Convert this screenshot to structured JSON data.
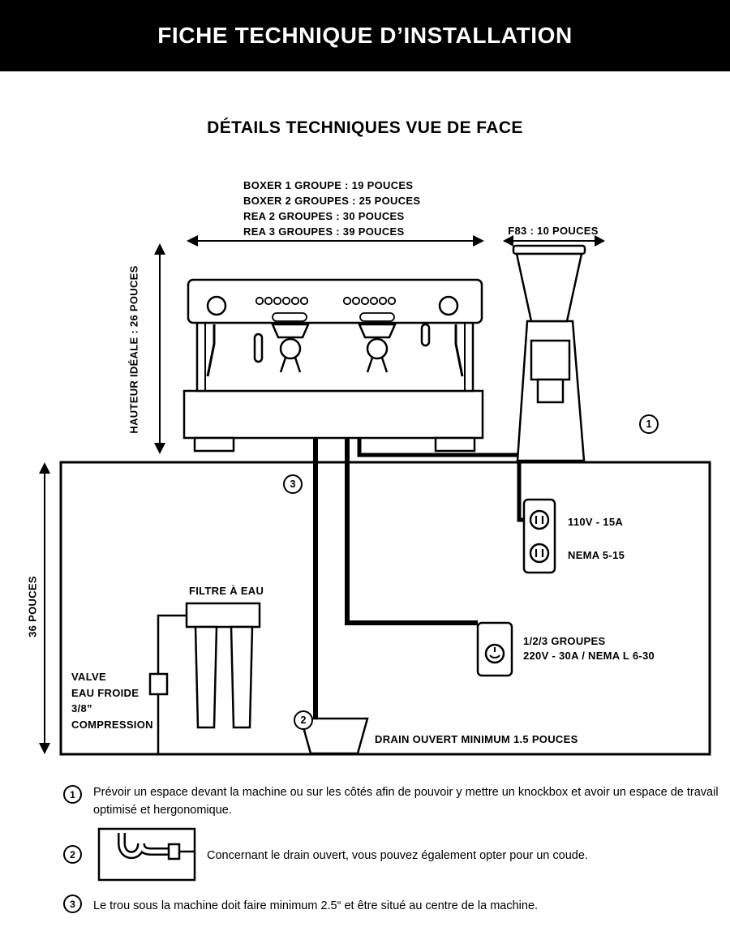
{
  "header": {
    "title": "FICHE TECHNIQUE D’INSTALLATION"
  },
  "section": {
    "title": "DÉTAILS TECHNIQUES VUE DE FACE"
  },
  "dimensions": {
    "machine_widths": [
      "BOXER 1 GROUPE : 19 POUCES",
      "BOXER 2 GROUPES : 25 POUCES",
      "REA 2 GROUPES : 30 POUCES",
      "REA 3 GROUPES : 39 POUCES"
    ],
    "grinder_width": "F83 : 10 POUCES",
    "ideal_height": "HAUTEUR IDÉALE : 26 POUCES",
    "counter_height": "36 POUCES"
  },
  "labels": {
    "water_filter": "FILTRE À EAU",
    "valve": "VALVE\nEAU FROIDE\n3/8”\nCOMPRESSION",
    "outlet_110_line1": "110V - 15A",
    "outlet_110_line2": "NEMA 5-15",
    "outlet_220_line1": "1/2/3 GROUPES",
    "outlet_220_line2": "220V - 30A / NEMA L 6-30",
    "drain": "DRAIN OUVERT MINIMUM 1.5 POUCES"
  },
  "callouts": {
    "c1": "1",
    "c2": "2",
    "c3": "3"
  },
  "notes": [
    {
      "num": "1",
      "text": "Prévoir un espace devant la machine ou sur les côtés afin de pouvoir y mettre un knockbox et avoir un espace de travail optimisé et hergonomique."
    },
    {
      "num": "2",
      "text": "Concernant le drain ouvert, vous pouvez également opter pour un coude."
    },
    {
      "num": "3",
      "text": "Le trou sous la machine doit faire minimum 2.5“ et être situé au centre de la machine."
    }
  ]
}
